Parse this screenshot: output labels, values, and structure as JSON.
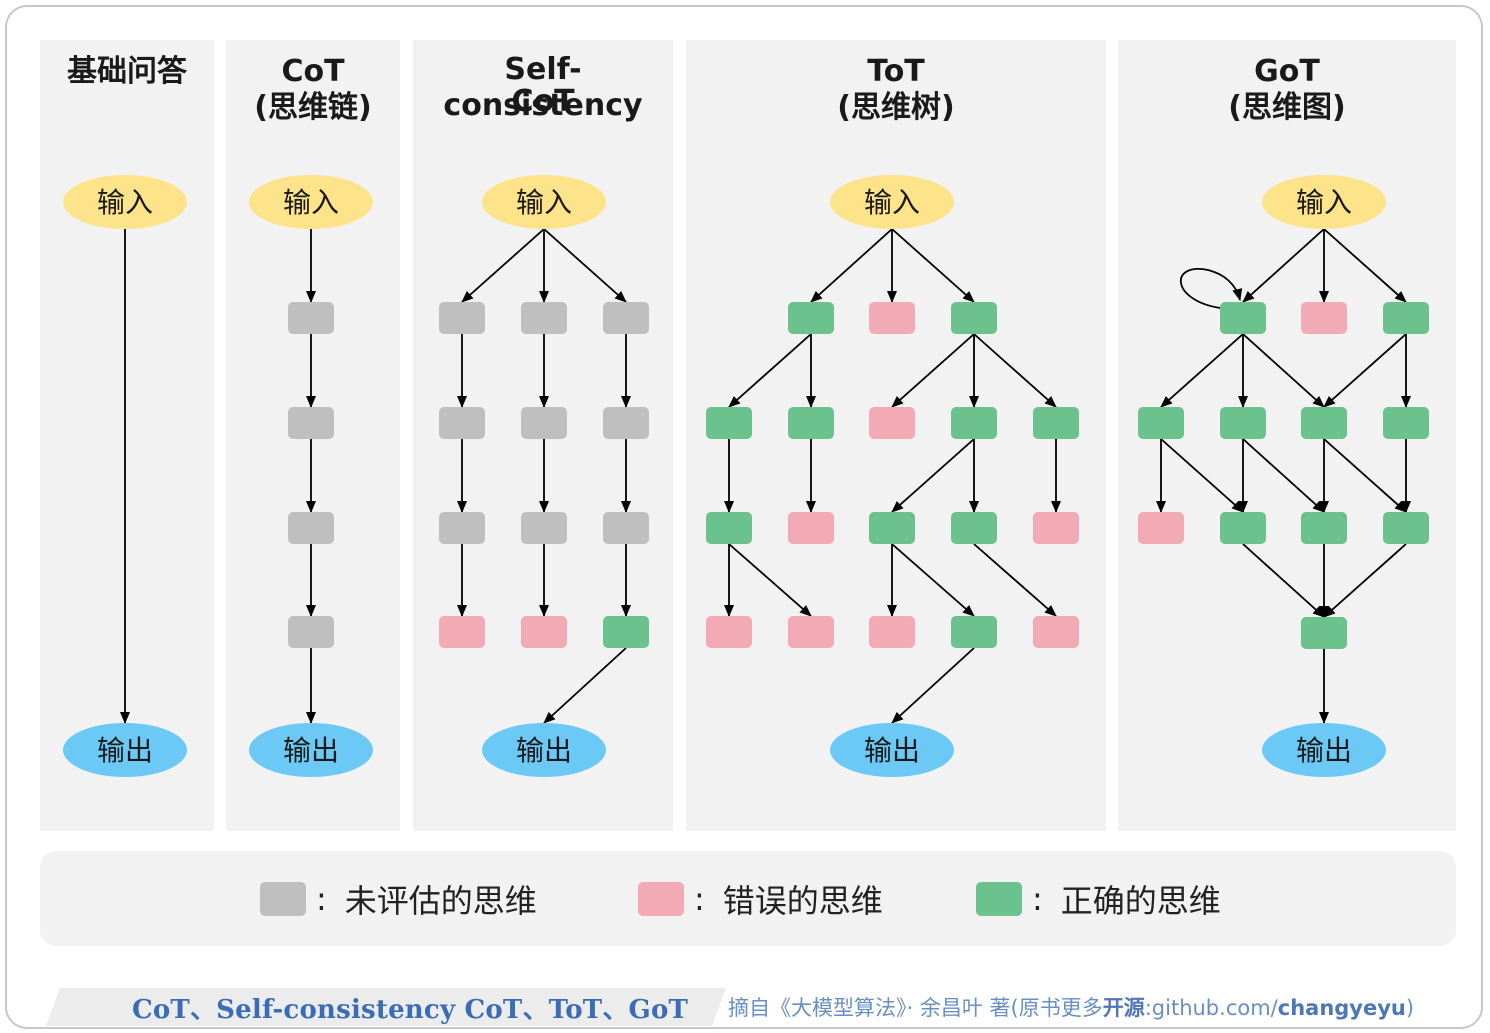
{
  "panels": [
    {
      "title_line1": "基础问答",
      "title_line2": ""
    },
    {
      "title_line1": "CoT",
      "title_line2": "(思维链)"
    },
    {
      "title_line1": "Self-consistency",
      "title_line2": "CoT"
    },
    {
      "title_line1": "ToT",
      "title_line2": "(思维树)"
    },
    {
      "title_line1": "GoT",
      "title_line2": "(思维图)"
    }
  ],
  "nodes": {
    "input_label": "输入",
    "output_label": "输出"
  },
  "colors": {
    "panel_bg": "#f2f2f2",
    "input": "#fde38a",
    "output": "#6cc9f5",
    "unevaluated": "#bfbfbf",
    "wrong": "#f2aab5",
    "correct": "#6cc28d",
    "footer_title": "#3a6db5"
  },
  "legend": [
    {
      "label": "未评估的思维",
      "color": "#bfbfbf",
      "colon": ":"
    },
    {
      "label": "错误的思维",
      "color": "#f2aab5",
      "colon": ":"
    },
    {
      "label": "正确的思维",
      "color": "#6cc28d",
      "colon": ":"
    }
  ],
  "footer": {
    "title": "CoT、Self-consistency CoT、ToT、GoT",
    "credit_prefix": "摘自《大模型算法》· 余昌叶 著(原书更多",
    "credit_bold": "开源",
    "credit_middle": ":github.com/",
    "credit_repo": "changyeyu",
    "credit_suffix": ")"
  }
}
